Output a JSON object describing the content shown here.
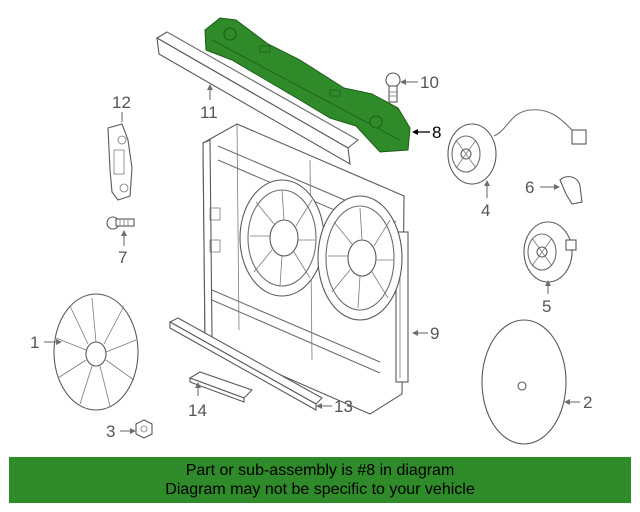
{
  "colors": {
    "highlight": "#2f8a2a",
    "banner": "#2f8a2a",
    "part_line": "#6e6e6e"
  },
  "diagram": {
    "callouts": [
      {
        "id": "1",
        "label": "1"
      },
      {
        "id": "2",
        "label": "2"
      },
      {
        "id": "3",
        "label": "3"
      },
      {
        "id": "4",
        "label": "4"
      },
      {
        "id": "5",
        "label": "5"
      },
      {
        "id": "6",
        "label": "6"
      },
      {
        "id": "7",
        "label": "7"
      },
      {
        "id": "8",
        "label": "8"
      },
      {
        "id": "9",
        "label": "9"
      },
      {
        "id": "10",
        "label": "10"
      },
      {
        "id": "11",
        "label": "11"
      },
      {
        "id": "12",
        "label": "12"
      },
      {
        "id": "13",
        "label": "13"
      },
      {
        "id": "14",
        "label": "14"
      }
    ],
    "highlighted_part": "8"
  },
  "banner": {
    "line1": "Part or sub-assembly is #8 in diagram",
    "line2": "Diagram may not be specific to your vehicle"
  }
}
